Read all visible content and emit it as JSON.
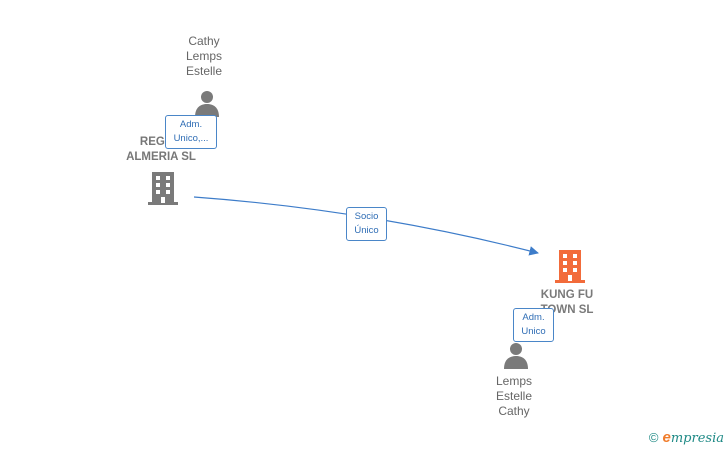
{
  "nodes": {
    "person_top": {
      "label": "Cathy\nLemps\nEstelle"
    },
    "company_regie": {
      "label": "REGIE I\nALMERIA  SL"
    },
    "company_kungfu": {
      "label": "KUNG FU\nTOWN  SL"
    },
    "person_bottom": {
      "label": "Lemps\nEstelle\nCathy"
    }
  },
  "edges": {
    "top_person_to_regie": {
      "label": "Adm.\nUnico,..."
    },
    "regie_to_kungfu": {
      "label": "Socio\nÚnico"
    },
    "bottom_person_to_kungfu": {
      "label": "Adm.\nUnico"
    }
  },
  "brand": {
    "copyright": "©",
    "logo_initial": "e",
    "logo_text": "mpresia"
  },
  "colors": {
    "edge": "#3d7cc9",
    "person_icon": "#7a7a7a",
    "company_icon": "#7a7a7a",
    "target_company_icon": "#f26b3a"
  }
}
